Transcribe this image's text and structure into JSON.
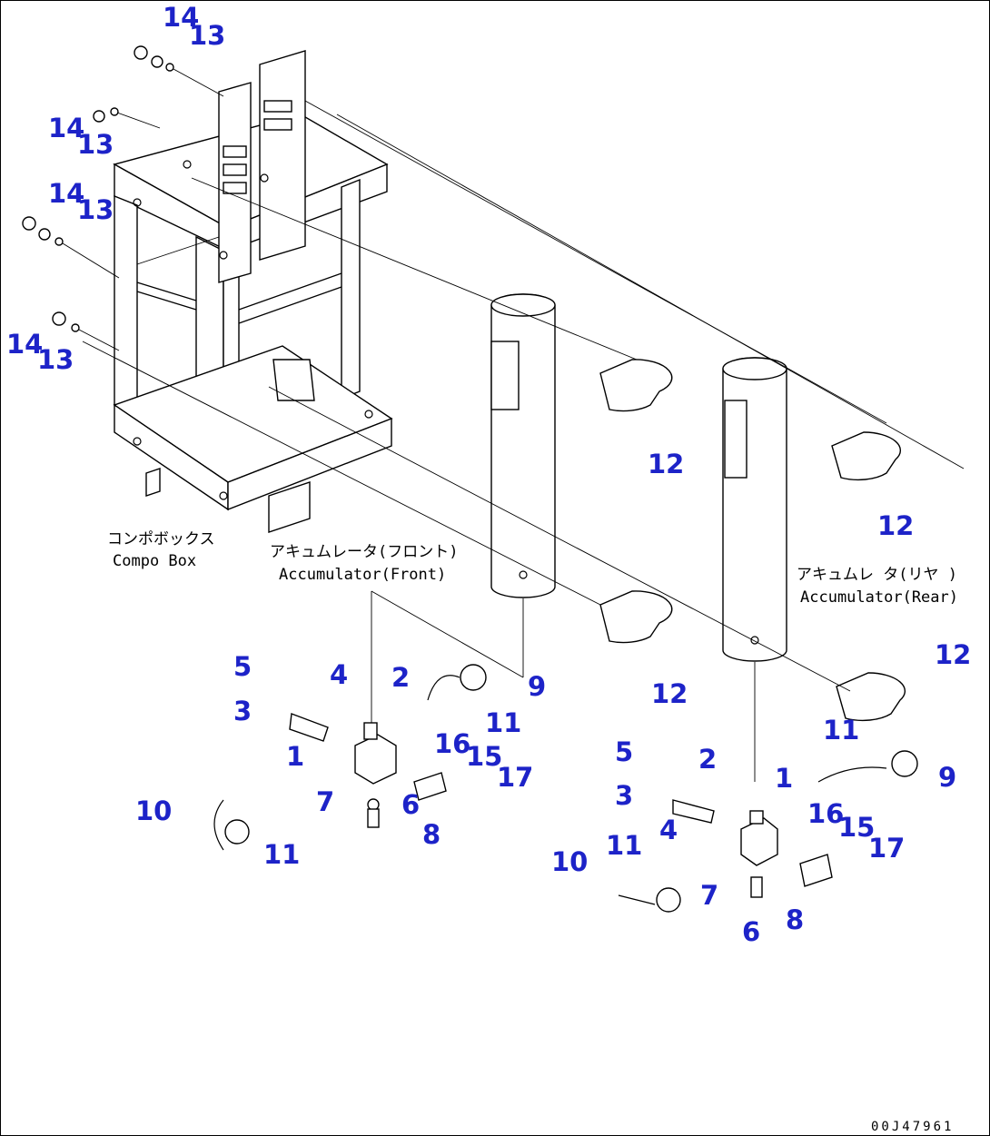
{
  "colors": {
    "callout": "#1d23c8",
    "line": "#000000"
  },
  "callouts": [
    {
      "text": "14"
    },
    {
      "text": "13"
    },
    {
      "text": "14"
    },
    {
      "text": "13"
    },
    {
      "text": "14"
    },
    {
      "text": "13"
    },
    {
      "text": "14"
    },
    {
      "text": "13"
    },
    {
      "text": "12"
    },
    {
      "text": "12"
    },
    {
      "text": "12"
    },
    {
      "text": "12"
    },
    {
      "text": "5"
    },
    {
      "text": "4"
    },
    {
      "text": "2"
    },
    {
      "text": "9"
    },
    {
      "text": "3"
    },
    {
      "text": "11"
    },
    {
      "text": "1"
    },
    {
      "text": "16"
    },
    {
      "text": "15"
    },
    {
      "text": "17"
    },
    {
      "text": "7"
    },
    {
      "text": "6"
    },
    {
      "text": "10"
    },
    {
      "text": "11"
    },
    {
      "text": "8"
    },
    {
      "text": "11"
    },
    {
      "text": "5"
    },
    {
      "text": "2"
    },
    {
      "text": "1"
    },
    {
      "text": "9"
    },
    {
      "text": "3"
    },
    {
      "text": "16"
    },
    {
      "text": "15"
    },
    {
      "text": "4"
    },
    {
      "text": "17"
    },
    {
      "text": "11"
    },
    {
      "text": "10"
    },
    {
      "text": "7"
    },
    {
      "text": "8"
    },
    {
      "text": "6"
    }
  ],
  "captions": {
    "compo_box_jp": "コンポボックス",
    "compo_box_en": "Compo Box",
    "acc_front_jp": "アキュムレータ(フロント)",
    "acc_front_en": "Accumulator(Front)",
    "acc_rear_jp": "アキュムレ タ(リヤ )",
    "acc_rear_en": "Accumulator(Rear)"
  },
  "drawing_code": "00J47961"
}
